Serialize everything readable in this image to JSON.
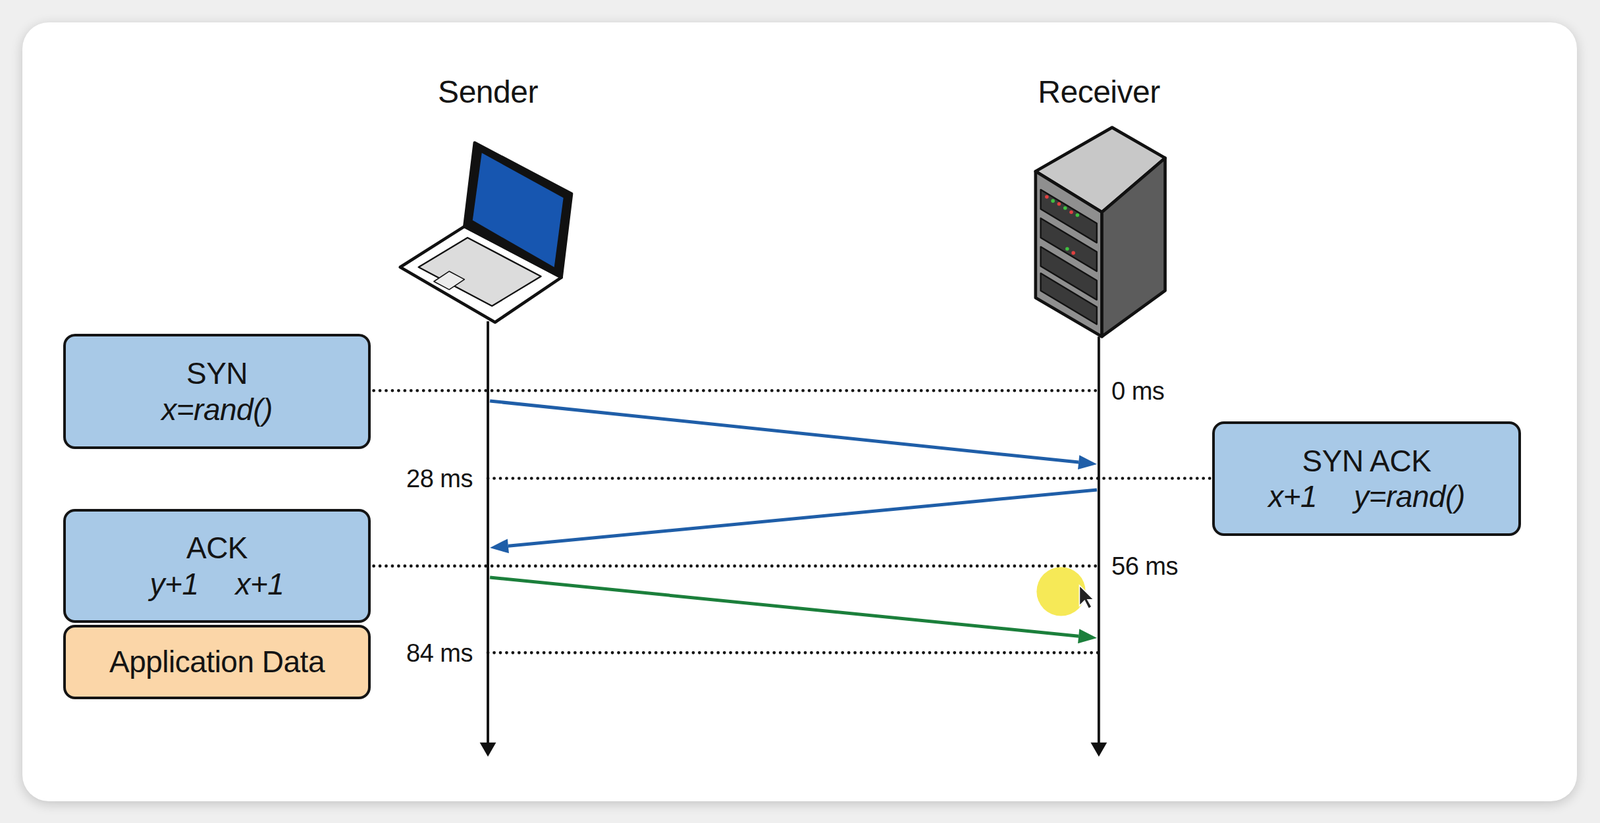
{
  "diagram": {
    "nodes": [
      {
        "text": [
          "Sender"
        ]
      },
      {
        "text": [
          "Receiver"
        ]
      },
      {
        "text": [
          "SYN",
          "x=rand()"
        ]
      },
      {
        "text": [
          "SYN ACK",
          "x+1",
          "y=rand()"
        ]
      },
      {
        "text": [
          "ACK",
          "y+1",
          "x+1"
        ]
      },
      {
        "text": [
          "Application Data"
        ]
      }
    ],
    "edges": [
      {
        "from": 0,
        "to": 1,
        "arrow": "to"
      },
      {
        "from": 1,
        "to": 0,
        "arrow": "to"
      },
      {
        "from": 0,
        "to": 1,
        "arrow": "to"
      }
    ],
    "labels": [
      "0 ms",
      "28 ms",
      "56 ms",
      "84 ms"
    ]
  }
}
